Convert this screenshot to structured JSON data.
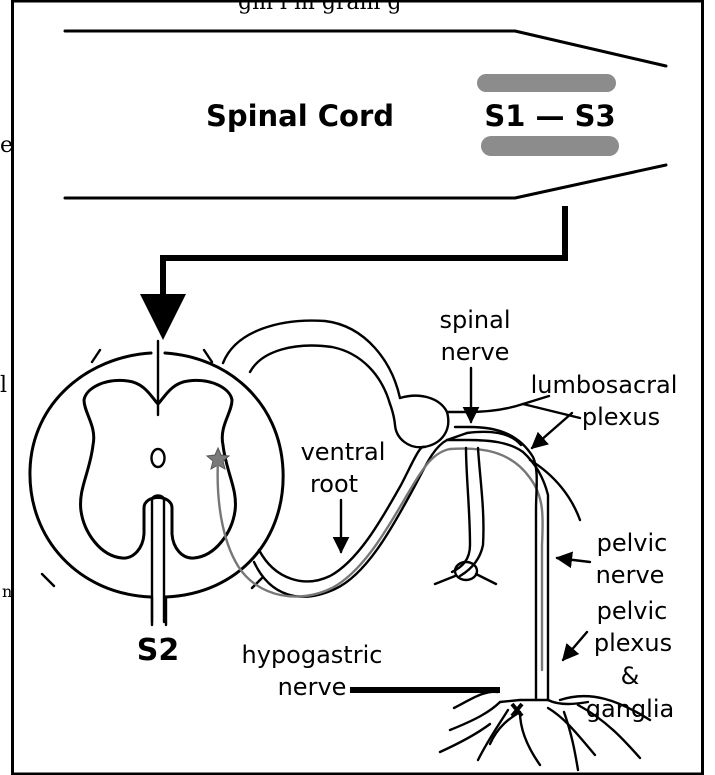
{
  "top_caption_fragment": "gm l m gram g",
  "left_edge_chars": [
    "e",
    "l",
    "n"
  ],
  "labels": {
    "spinal_cord": "Spinal Cord",
    "s1_s3": "S1 — S3",
    "s2": "S2",
    "spinal_nerve": [
      "spinal",
      "nerve"
    ],
    "lumbosacral_plexus": [
      "lumbosacral",
      "plexus"
    ],
    "ventral_root": [
      "ventral",
      "root"
    ],
    "pelvic_nerve": [
      "pelvic",
      "nerve"
    ],
    "pelvic_plexus": [
      "pelvic",
      "plexus",
      "&",
      "ganglia"
    ],
    "hypogastric_nerve": [
      "hypogastric",
      "nerve"
    ]
  },
  "icons": [
    "spinal-cord-diagram",
    "cross-section-diagram",
    "neuron-icon",
    "ganglion-icon",
    "arrow-icon"
  ],
  "colors": {
    "line": "#000000",
    "neuron_pathway": "#777777",
    "segment_band": "#8c8c8c",
    "neuron_body": "#7a7a7a"
  }
}
